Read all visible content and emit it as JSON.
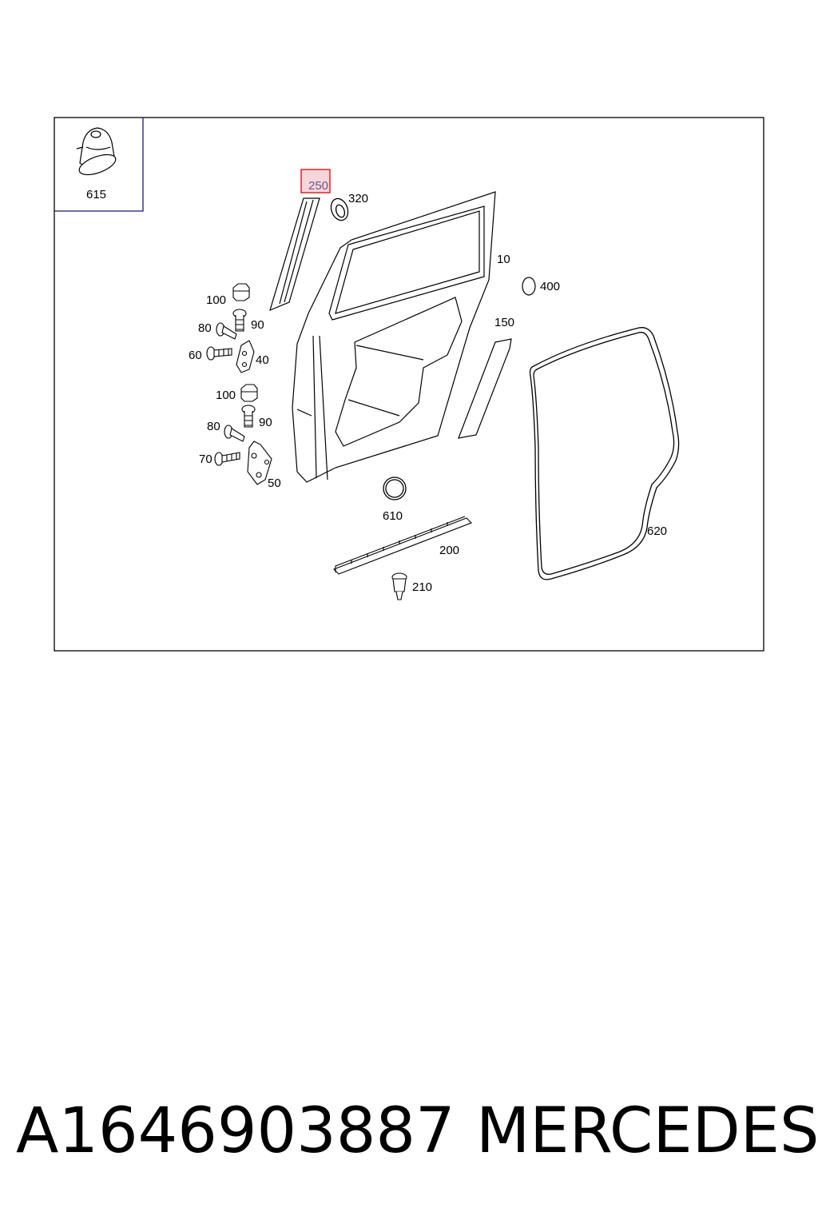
{
  "callouts": {
    "c615": "615",
    "c250": "250",
    "c320": "320",
    "c10": "10",
    "c400": "400",
    "c100a": "100",
    "c90a": "90",
    "c80a": "80",
    "c60": "60",
    "c40": "40",
    "c150": "150",
    "c100b": "100",
    "c90b": "90",
    "c80b": "80",
    "c70": "70",
    "c50": "50",
    "c610": "610",
    "c200": "200",
    "c620": "620",
    "c210": "210"
  },
  "highlighted_callout": "250",
  "colors": {
    "highlight_border": "#e0242a",
    "highlight_fill": "#f6d6da",
    "inset_border": "#1a1a6e",
    "line": "#000000"
  },
  "footer": {
    "part_number": "A1646903887",
    "brand": "MERCEDES"
  }
}
